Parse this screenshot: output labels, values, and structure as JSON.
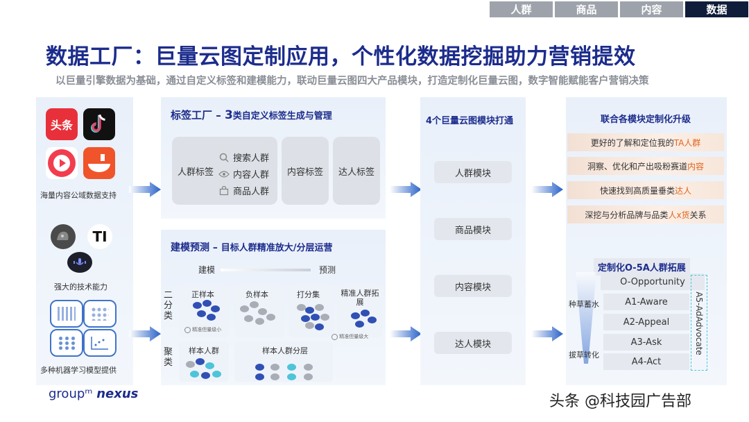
{
  "nav": {
    "tabs": [
      "人群",
      "商品",
      "内容",
      "数据"
    ],
    "active_index": 3
  },
  "title": "数据工厂：巨量云图定制应用，个性化数据挖掘助力营销提效",
  "subtitle": "以巨量引擎数据为基础，通过自定义标签和建模能力，联动巨量云图四大产品模块，打造定制化巨量云图，数字智能赋能客户营销决策",
  "left": {
    "apps": [
      {
        "icon": "toutiao-icon",
        "text": "头条",
        "color": "#e8303a"
      },
      {
        "icon": "douyin-icon",
        "text": "",
        "color": "#111111"
      },
      {
        "icon": "xigua-icon",
        "text": "",
        "color": "#f23d4f"
      },
      {
        "icon": "tomato-novel-icon",
        "text": "",
        "color": "#f0542a"
      }
    ],
    "apps_label": "海量内容公域数据支持",
    "tech_label": "强大的技术能力",
    "tech_icon_text": "TI",
    "ml_label": "多种机器学习模型提供"
  },
  "tags": {
    "title_a": "标签工厂 – ",
    "title_num": "3",
    "title_b": "类自定义标签生成与管理",
    "people_tag": "人群标签",
    "sub_tags": [
      {
        "icon": "search-icon",
        "label": "搜索人群"
      },
      {
        "icon": "eye-icon",
        "label": "内容人群"
      },
      {
        "icon": "bag-icon",
        "label": "商品人群"
      }
    ],
    "content_tag": "内容标签",
    "talent_tag": "达人标签"
  },
  "model": {
    "title_a": "建模预测 – ",
    "title_b": "目标人群精准放大/分层运营",
    "build": "建模",
    "predict": "预测",
    "binary": "二分类",
    "cluster": "聚类",
    "cards": [
      "正样本",
      "负样本",
      "打分集",
      "精准人群拓展"
    ],
    "cluster_cards": [
      "样本人群",
      "样本人群分层"
    ],
    "small_note": "精准但量级小",
    "large_note": "精准但量级大"
  },
  "modules": {
    "title": "4个巨量云图模块打通",
    "items": [
      "人群模块",
      "商品模块",
      "内容模块",
      "达人模块"
    ]
  },
  "right": {
    "title": "联合各模块定制化升级",
    "rows": [
      {
        "pre": "更好的了解和定位我的",
        "hl": "TA人群",
        "post": ""
      },
      {
        "pre": "洞察、优化和产出吸粉赛道",
        "hl": "内容",
        "post": ""
      },
      {
        "pre": "快速找到高质量垂类",
        "hl": "达人",
        "post": ""
      },
      {
        "pre": "深挖与分析品牌与品类",
        "hl": "人x货",
        "post": "关系"
      }
    ],
    "title2": "定制化O-5A人群拓展",
    "stages": [
      "O-Opportunity",
      "A1-Aware",
      "A2-Appeal",
      "A3-Ask",
      "A4-Act"
    ],
    "a5": "A5-AdAdvocate",
    "seed": "种草蓄水",
    "pull": "拔草转化"
  },
  "brand": {
    "a": "groupᵐ",
    "b": "nexus"
  },
  "watermark": "头条 @科技园广告部",
  "colors": {
    "title": "#1c2c8c",
    "highlight": "#e0651e",
    "nav_active": "#0f1d3a",
    "nav": "#9ea3ab",
    "arrow": "#2962c9"
  }
}
